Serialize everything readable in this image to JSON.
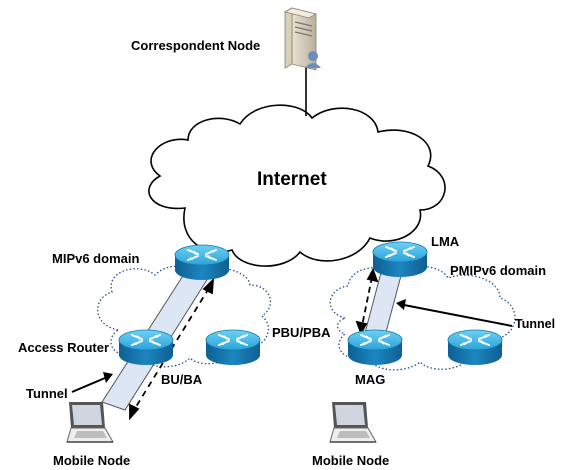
{
  "labels": {
    "correspondent_node": "Correspondent Node",
    "internet": "Internet",
    "mipv6_domain": "MIPv6 domain",
    "pmipv6_domain": "PMIPv6 domain",
    "lma": "LMA",
    "mag": "MAG",
    "access_router": "Access Router",
    "tunnel_left": "Tunnel",
    "tunnel_right": "Tunnel",
    "bu_ba": "BU/BA",
    "pbu_pba": "PBU/PBA",
    "mobile_node_left": "Mobile Node",
    "mobile_node_right": "Mobile Node"
  },
  "colors": {
    "router_top": "#3cb5e6",
    "router_side": "#1479b0",
    "tunnel_fill": "#dce6f5",
    "cloud_outline": "#000000",
    "domain_outline": "#1f4f8f"
  },
  "icons": [
    "server-icon",
    "router-icon",
    "laptop-icon"
  ]
}
